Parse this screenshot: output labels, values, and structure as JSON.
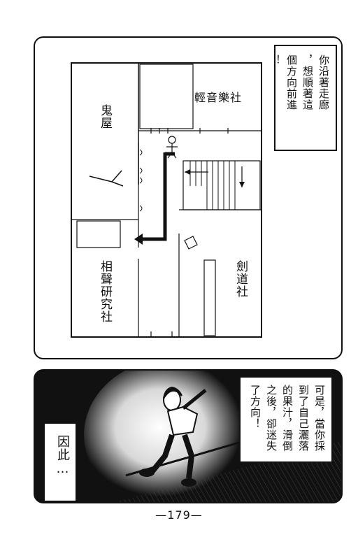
{
  "top_panel": {
    "narration_lines": [
      "你沿著走廊",
      "，想順著這",
      "個方向前進",
      "！"
    ],
    "rooms": {
      "haunted_house": "鬼屋",
      "light_music_club": "輕音樂社",
      "kendo_club": "劍道社",
      "comic_dialogue_club": "相聲研究社"
    }
  },
  "bottom_panel": {
    "narration_lines": [
      "可是，當你採",
      "到了自己灑落",
      "的果汁，滑倒",
      "之後，卻迷失",
      "了方向！"
    ],
    "therefore_text": "因此…"
  },
  "page_number": "—179—"
}
